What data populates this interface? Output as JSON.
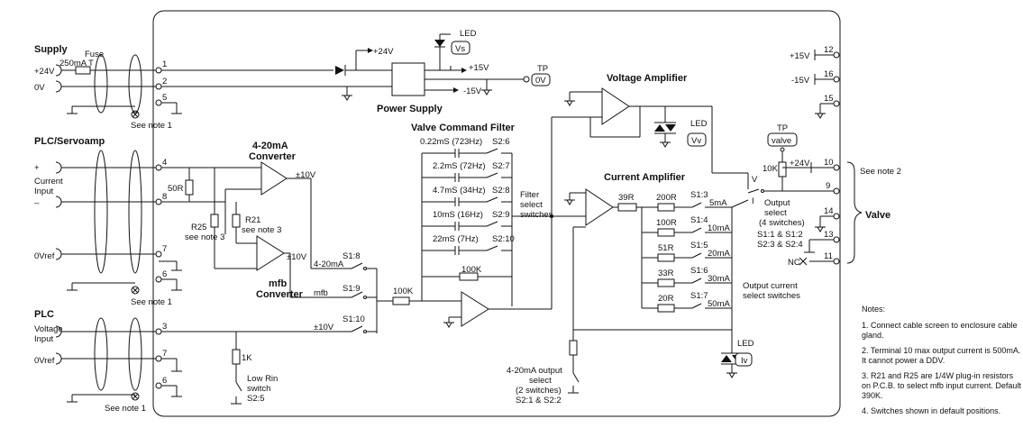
{
  "headings": {
    "supply": "Supply",
    "plc_servoamp": "PLC/Servoamp",
    "plc": "PLC",
    "valve": "Valve",
    "power_supply": "Power Supply",
    "valve_command_filter": "Valve Command Filter",
    "voltage_amplifier": "Voltage Amplifier",
    "current_amplifier": "Current Amplifier",
    "converter_420_l1": "4-20mA",
    "converter_420_l2": "Converter",
    "mfb_l1": "mfb",
    "mfb_l2": "Converter"
  },
  "supply": {
    "fuse_l1": "Fuse",
    "fuse_l2": "250mA T",
    "plus24": "+24V",
    "zero": "0V",
    "see_note": "See note 1"
  },
  "plc_servoamp": {
    "plus": "+",
    "current_l1": "Current",
    "current_l2": "Input",
    "minus": "–",
    "zerovref": "0Vref",
    "see_note": "See note 1",
    "r50": "50R",
    "r25_l1": "R25",
    "r25_l2": "see note 3",
    "r21_l1": "R21",
    "r21_l2": "see note 3",
    "pm10a": "±10V",
    "pm10b": "±10V"
  },
  "plc": {
    "voltage_l1": "Voltage",
    "voltage_l2": "Input",
    "zerovref": "0Vref",
    "see_note": "See note 1",
    "r1k": "1K",
    "lowrin_l1": "Low Rin",
    "lowrin_l2": "switch",
    "lowrin_l3": "S2:5"
  },
  "terminals_left": [
    "1",
    "2",
    "5",
    "4",
    "8",
    "7",
    "6",
    "3",
    "7",
    "6"
  ],
  "terminals_right": [
    "12",
    "16",
    "15",
    "10",
    "9",
    "14",
    "13",
    "11"
  ],
  "power": {
    "plus24": "+24V",
    "plus15": "+15V",
    "minus15": "-15V",
    "led": "LED",
    "vs": "Vs",
    "tp": "TP",
    "zero": "0V"
  },
  "signals": {
    "s18": "S1:8",
    "ma420": "4-20mA",
    "s19": "S1:9",
    "mfb": "mfb",
    "s110": "S1:10",
    "pm10": "±10V",
    "r100k_in": "100K"
  },
  "filter": {
    "caps": [
      {
        "label": "0.22mS (723Hz)",
        "sw": "S2:6"
      },
      {
        "label": "2.2mS (72Hz)",
        "sw": "S2:7"
      },
      {
        "label": "4.7mS (34Hz)",
        "sw": "S2:8"
      },
      {
        "label": "10mS (16Hz)",
        "sw": "S2:9"
      },
      {
        "label": "22mS (7Hz)",
        "sw": "S2:10"
      }
    ],
    "r100k": "100K",
    "sel_l1": "Filter",
    "sel_l2": "select",
    "sel_l3": "switches"
  },
  "voltage_amp": {
    "led": "LED",
    "vv": "Vv"
  },
  "current_amp": {
    "r39": "39R",
    "rows": [
      {
        "r": "200R",
        "sw": "S1:3",
        "ma": "5mA"
      },
      {
        "r": "100R",
        "sw": "S1:4",
        "ma": "10mA"
      },
      {
        "r": "51R",
        "sw": "S1:5",
        "ma": "20mA"
      },
      {
        "r": "33R",
        "sw": "S1:6",
        "ma": "30mA"
      },
      {
        "r": "20R",
        "sw": "S1:7",
        "ma": "50mA"
      }
    ],
    "cs_l1": "Output current",
    "cs_l2": "select switches",
    "led": "LED",
    "iv": "Iv"
  },
  "output_sel": {
    "v": "V",
    "i": "I",
    "l1": "Output",
    "l2": "select",
    "l3": "(4 switches)",
    "l4": "S1:1 & S1:2",
    "l5": "S2:3 & S2:4",
    "tp": "TP",
    "valve": "valve",
    "r10k": "10K",
    "plus24": "+24V"
  },
  "ma420_sel": {
    "l1": "4-20mA output",
    "l2": "select",
    "l3": "(2 switches)",
    "l4": "S2:1 & S2:2"
  },
  "right": {
    "p15": "+15V",
    "m15": "-15V",
    "see_note2": "See note 2",
    "nc": "NC"
  },
  "notes": {
    "title": "Notes:",
    "items": [
      "1. Connect cable screen to enclosure cable gland.",
      "2. Terminal 10 max output current is 500mA. It cannot power a DDV.",
      "3. R21 and R25 are 1/4W plug-in resistors on P.C.B. to select mfb input current. Default 390K.",
      "4. Switches shown in default positions."
    ]
  }
}
